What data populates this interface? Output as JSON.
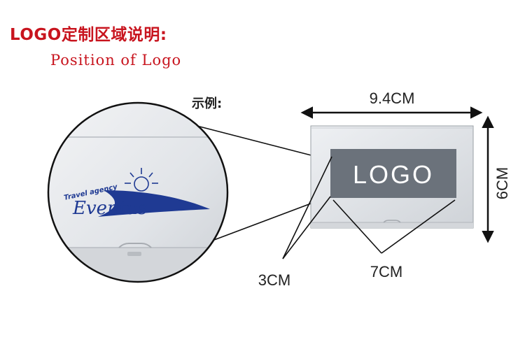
{
  "header": {
    "title_cn": "LOGO定制区域说明:",
    "title_en": "Position of Logo"
  },
  "example": {
    "label": "示例:"
  },
  "dimensions": {
    "width": "9.4CM",
    "height": "6CM",
    "logo_height": "3CM",
    "logo_width": "7CM"
  },
  "logo_area": {
    "text": "LOGO"
  },
  "sample_logo": {
    "tagline": "Travel agency",
    "brand": "Eventus"
  },
  "colors": {
    "title": "#c8141e",
    "logo_box": "#6b727b",
    "brand_blue": "#1f3a93"
  }
}
